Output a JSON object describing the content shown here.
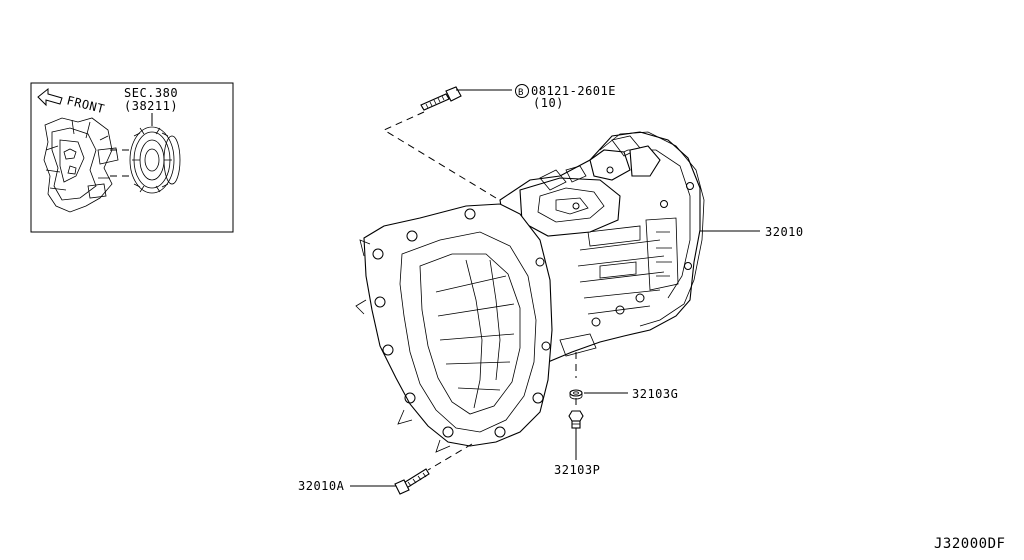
{
  "inset": {
    "front_label": "FRONT",
    "section_label": "SEC.380",
    "section_ref": "(38211)"
  },
  "callouts": {
    "bolt_top_symbol": "B",
    "bolt_top_part": "08121-2601E",
    "bolt_top_qty": "(10)",
    "transmission": "32010",
    "washer": "32103G",
    "drain_plug": "32103P",
    "bolt_bottom": "32010A"
  },
  "diagram_code": "J32000DF"
}
